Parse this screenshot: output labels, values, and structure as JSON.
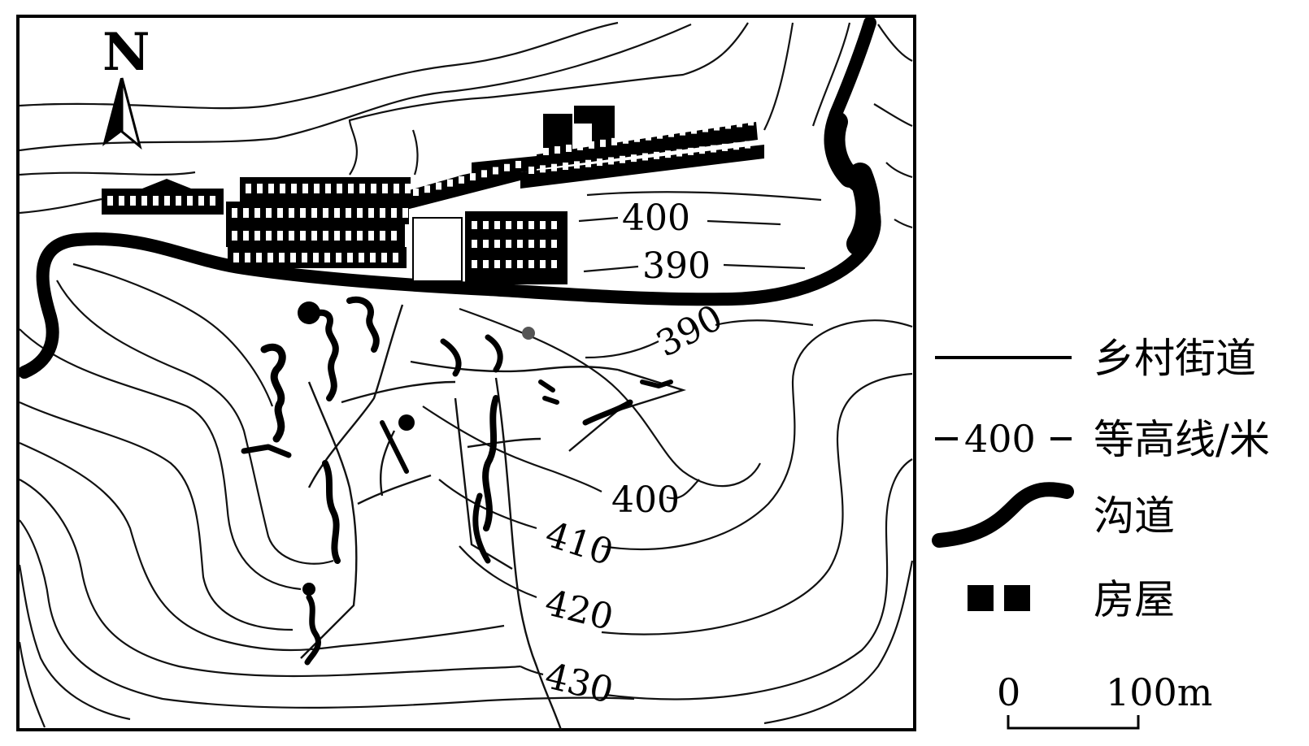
{
  "map": {
    "north_label": "N",
    "contour_labels": [
      "400",
      "390",
      "390",
      "400",
      "410",
      "420",
      "430"
    ]
  },
  "legend": {
    "items": [
      {
        "key": "street",
        "label": "乡村街道"
      },
      {
        "key": "contour",
        "label": "等高线/米",
        "sample_value": "400"
      },
      {
        "key": "gully",
        "label": "沟道"
      },
      {
        "key": "house",
        "label": "房屋"
      }
    ]
  },
  "scale_bar": {
    "start": "0",
    "end": "100m"
  }
}
